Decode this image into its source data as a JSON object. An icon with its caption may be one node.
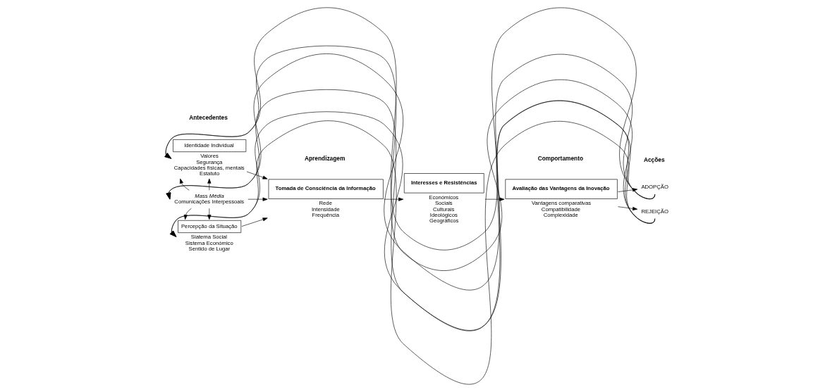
{
  "diagram": {
    "nodes": [
      {
        "text": [
          "Identidade Individual"
        ],
        "beside": [
          "Valores",
          "Segurança",
          "Capacidades físicas, mentais",
          "Estatuto"
        ]
      },
      {
        "text": [
          "Mass Média",
          "Comunicações Interpessoais"
        ]
      },
      {
        "text": [
          "Percepção da Situação"
        ],
        "beside": [
          "Siatema Social",
          "Sistema Económico",
          "Sentido de Lugar"
        ]
      },
      {
        "text": [
          "Tomada de Consciência da Informação"
        ],
        "beside": [
          "Rede",
          "Intensidade",
          "Frequência"
        ]
      },
      {
        "text": [
          "Interesses e Resistências"
        ],
        "beside": [
          "Económicos",
          "Sociais",
          "Culturais",
          "Ideológicos",
          "Geográficos"
        ]
      },
      {
        "text": [
          "Avaliação das Vantagens da Inovação"
        ],
        "beside": [
          "Vantagens comparativas",
          "Compatibilidade",
          "Complexidade"
        ]
      },
      {
        "text": [
          "ADOPÇÃO"
        ]
      },
      {
        "text": [
          "REJEIÇÃO"
        ]
      }
    ],
    "edges": [
      {
        "from": 1,
        "to": 0,
        "arrow": "to"
      },
      {
        "from": 1,
        "to": 0,
        "arrow": "to"
      },
      {
        "from": 1,
        "to": 2,
        "arrow": "to"
      },
      {
        "from": 1,
        "to": 2,
        "arrow": "to"
      },
      {
        "from": 0,
        "to": 3,
        "arrow": "to"
      },
      {
        "from": 1,
        "to": 3,
        "arrow": "to"
      },
      {
        "from": 2,
        "to": 3,
        "arrow": "to"
      },
      {
        "from": 3,
        "to": 4,
        "arrow": "to"
      },
      {
        "from": 4,
        "to": 5,
        "arrow": "to"
      },
      {
        "from": 5,
        "to": 6,
        "arrow": "to"
      },
      {
        "from": 5,
        "to": 7,
        "arrow": "to"
      },
      {
        "from": 6,
        "to": 0,
        "arrow": "to"
      },
      {
        "from": 6,
        "to": 1,
        "arrow": "to"
      },
      {
        "from": 6,
        "to": 2,
        "arrow": "to"
      },
      {
        "from": 7,
        "to": 0,
        "arrow": "to"
      },
      {
        "from": 7,
        "to": 1,
        "arrow": "to"
      },
      {
        "from": 7,
        "to": 2,
        "arrow": "to"
      }
    ],
    "labels": [
      "Antecedentes",
      "Aprendizagem",
      "Comportamento",
      "Acções"
    ]
  }
}
